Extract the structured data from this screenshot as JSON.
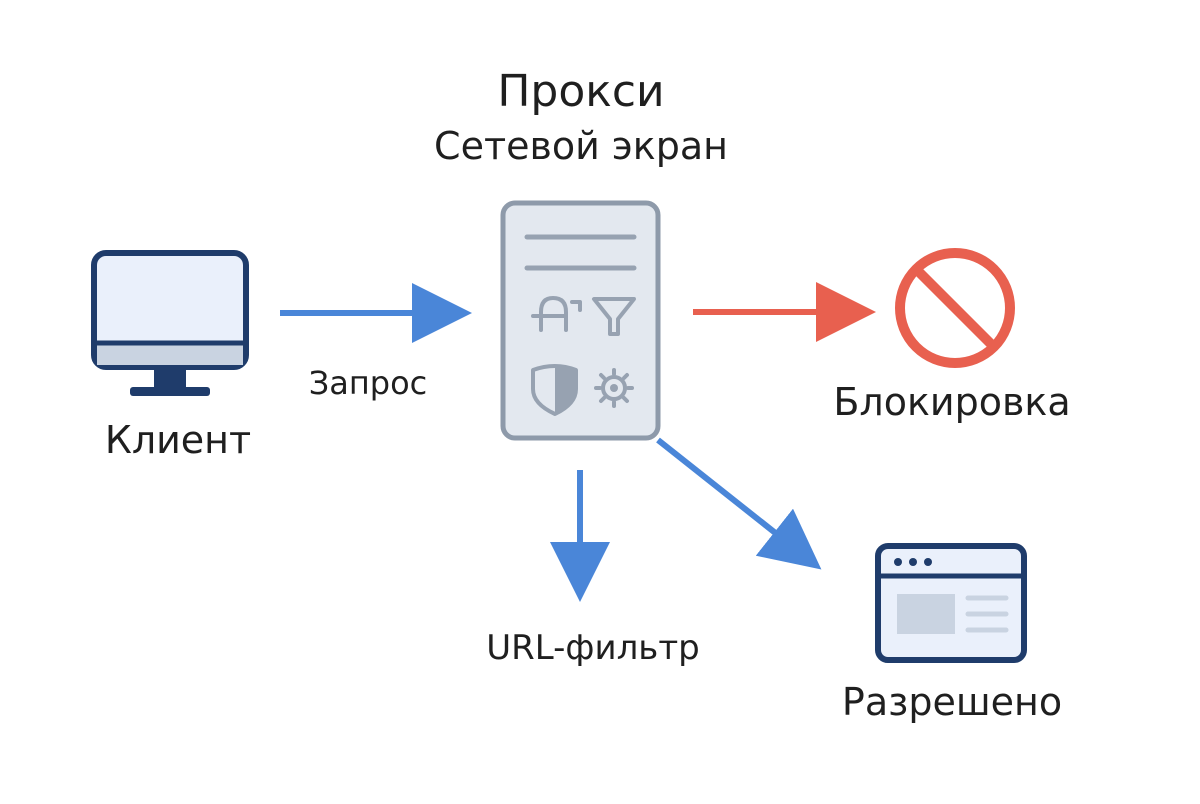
{
  "proxy": {
    "title": "Прокси",
    "subtitle": "Сетевой экран",
    "icons": [
      "text-lines-icon",
      "filter-icon",
      "shield-icon",
      "gear-icon"
    ]
  },
  "client": {
    "label": "Клиент",
    "icon": "monitor-icon"
  },
  "edges": {
    "request_label": "Запрос",
    "url_filter_label": "URL-фильтр"
  },
  "outcomes": {
    "blocked": {
      "label": "Блокировка",
      "icon": "block-icon"
    },
    "allowed": {
      "label": "Разрешено",
      "icon": "browser-window-icon"
    }
  },
  "colors": {
    "blue": "#4a86d8",
    "red": "#e8604f",
    "navy": "#1f3c6b",
    "card_fill": "#e3e8ef",
    "card_stroke": "#8e9aaa",
    "icon_gray": "#97a2b1",
    "screen_fill": "#eaf0fb",
    "panel_fill": "#c9d3e1"
  }
}
